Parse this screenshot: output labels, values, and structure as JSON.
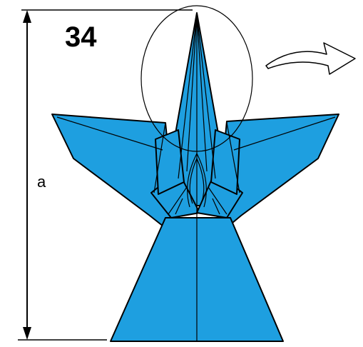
{
  "step": {
    "number": "34"
  },
  "dimension": {
    "label": "a"
  },
  "colors": {
    "paper": "#1e9fe0",
    "outline": "#000000",
    "background": "#ffffff"
  },
  "icons": {
    "turn_over_arrow": "curved-arrow-right-icon",
    "zoom_circle": "ellipse-highlight"
  }
}
